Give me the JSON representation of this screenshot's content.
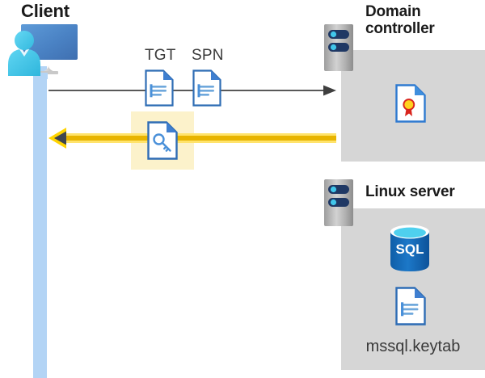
{
  "diagram": {
    "title_client": "Client",
    "title_domain_controller": "Domain\ncontroller",
    "title_linux_server": "Linux server"
  },
  "labels": {
    "tgt": "TGT",
    "spn": "SPN",
    "keytab_file": "mssql.keytab",
    "sql_text": "SQL"
  },
  "icons": {
    "client": "client-computer-user-icon",
    "dc_server": "server-rack-icon",
    "linux_server": "server-rack-icon",
    "tgt_doc": "document-icon",
    "spn_doc": "document-icon",
    "service_ticket": "document-key-icon",
    "certificate": "document-certificate-icon",
    "keytab": "document-icon",
    "sql_db": "sql-database-icon"
  },
  "flows": {
    "request": {
      "name": "client-to-domain-controller-request",
      "direction": "right",
      "style": "thin-gray-arrow"
    },
    "response": {
      "name": "domain-controller-to-client-response",
      "direction": "left",
      "style": "thick-yellow-arrow"
    }
  },
  "colors": {
    "panel_gray": "#d6d6d6",
    "lifeline_blue": "#b3d4f5",
    "highlight_yellow": "#fcf2cb",
    "arrow_yellow": "#f2c200",
    "arrow_yellow_light": "#ffe36b",
    "arrow_gray": "#595959",
    "doc_blue": "#3f7fd0",
    "doc_blue_light": "#6fa8dc",
    "server_navy": "#1f3864",
    "server_cyan": "#41c6ea",
    "sql_blue": "#0f6cbd",
    "cert_gold": "#ffd21e",
    "cert_red": "#d9251d",
    "person_cyan": "#3fc4e8",
    "monitor_blue": "#4a82c4",
    "text_dark": "#1b1b1b",
    "text_gray": "#3a3a3a"
  }
}
